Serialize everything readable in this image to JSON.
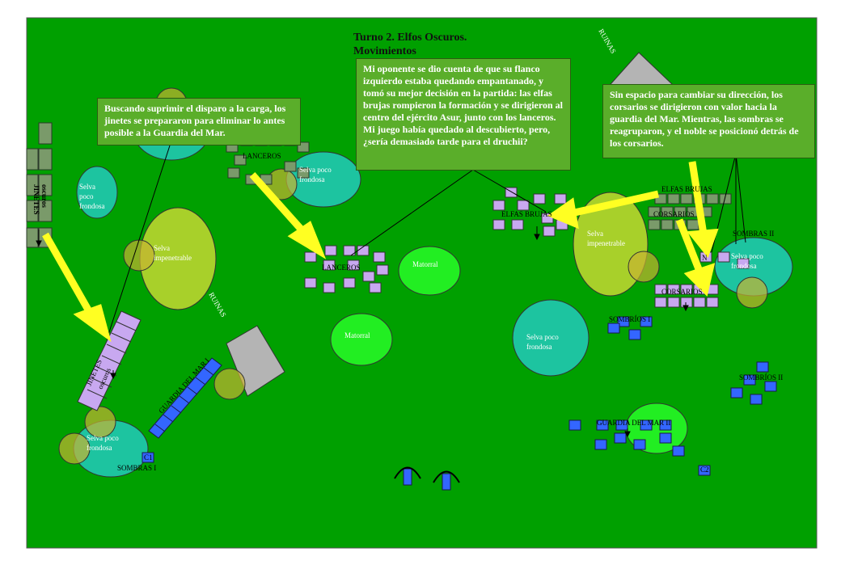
{
  "title": "Turno 2.  Elfos Oscuros. Movimientos",
  "callouts": {
    "riders": "Buscando suprimir el disparo a la carga, los jinetes se prepararon para eliminar lo antes posible a la Guardia del  Mar.",
    "center": "Mi oponente se dio cuenta de que su flanco izquierdo estaba quedando empantanado, y tomó su mejor decisión en la partida: las elfas brujas  rompieron la formación y se dirigieron al centro del ejército Asur, junto  con los lanceros. Mi juego había quedado al descubierto, pero, ¿sería demasiado tarde para el druchii?",
    "corsairs": "Sin espacio para cambiar su dirección, los corsarios se dirigieron con valor hacia la guardia del Mar. Mientras, las sombras se reagruparon, y el noble  se posicionó detrás de los corsarios."
  },
  "terrain": {
    "selva_poco_frondosa": "Selva poco frondosa",
    "selva_poco": "Selva",
    "poco": "poco",
    "frondosa": "frondosa",
    "selva": "Selva",
    "impenetrable": "impenetrable",
    "matorral": "Matorral",
    "ruinas": "RUINAS",
    "selva_poco_short": "Selva poco",
    "frondosa_short": "frondosa"
  },
  "units": {
    "lanceros": "LANCEROS",
    "elfas_brujas": "ELFAS BRUJAS",
    "corsarios": "CORSARIOS",
    "jinetes_oscuros": "JINETES OSCUROS",
    "jinetes_short": "JINETES",
    "oscuros_short": "oscuros",
    "guardia_del_mar_1": "GUARDIA DEL MAR I",
    "guardia_del_mar_2": "GUARDIA DEL MAR II",
    "sombras_1": "SOMBRAS I",
    "sombras_2": "SOMBRAS II",
    "sombrios_1": "SOMBRÍOS I",
    "sombrios_2": "SOMBRÍOS II",
    "c1": "C1",
    "c2": "C2",
    "noble": "N"
  },
  "colors": {
    "board": "#00a000",
    "highlight_arrow": "#ffff22",
    "dark_elf_unit": "#c8a8f0",
    "high_elf_unit": "#3366ff",
    "previous_position": "#7a9a6a",
    "callout": "#5aae2a",
    "forest_light": "#1dc4a0",
    "forest_dense": "#a8d02a",
    "scrub": "#22ee22",
    "ruins": "#b4b4b4",
    "moved_marker": "#c8b432"
  },
  "icons": [
    "arrow-icon",
    "crossbow-icon"
  ]
}
